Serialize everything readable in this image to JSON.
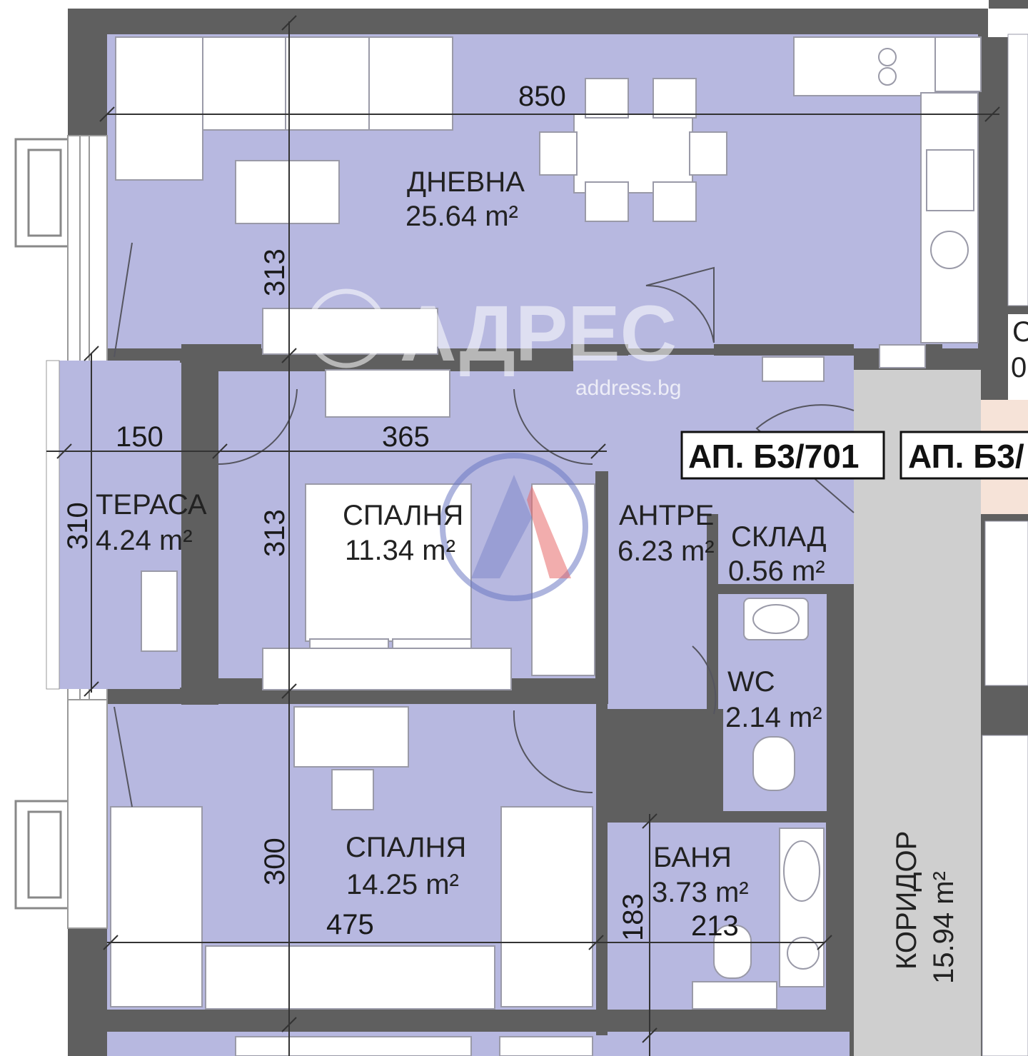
{
  "rooms": {
    "living": {
      "label": "ДНЕВНА",
      "area": "25.64 m²"
    },
    "terrace": {
      "label": "ТЕРАСА",
      "area": "4.24 m²"
    },
    "bedroom1": {
      "label": "СПАЛНЯ",
      "area": "11.34 m²"
    },
    "hall": {
      "label": "АНТРЕ",
      "area": "6.23 m²"
    },
    "storage": {
      "label": "СКЛАД",
      "area": "0.56 m²"
    },
    "wc": {
      "label": "WC",
      "area": "2.14 m²"
    },
    "bedroom2": {
      "label": "СПАЛНЯ",
      "area": "14.25 m²"
    },
    "bath": {
      "label": "БАНЯ",
      "area": "3.73 m²"
    },
    "corridor": {
      "label": "КОРИДОР",
      "area": "15.94 m²"
    }
  },
  "dimensions": {
    "living_width": "850",
    "living_depth": "313",
    "terrace_width": "150",
    "terrace_depth": "310",
    "bedroom1_width": "365",
    "bedroom1_depth": "313",
    "bedroom2_width": "475",
    "bedroom2_depth": "300",
    "bath_depth": "183",
    "bath_width": "213"
  },
  "apartments": {
    "current": "АП. Б3/701",
    "neighbor": "АП. Б3/"
  },
  "partial_labels": {
    "right_top_1": "С",
    "right_top_2": "0"
  },
  "watermark": {
    "brand": "АДРЕС",
    "site": "address.bg"
  },
  "colors": {
    "room_fill": "#b7b8e0",
    "wall": "#5f5f5f",
    "corridor": "#cfcfcf",
    "logo_red": "#e86a6a",
    "logo_blue": "#6b79c2"
  }
}
